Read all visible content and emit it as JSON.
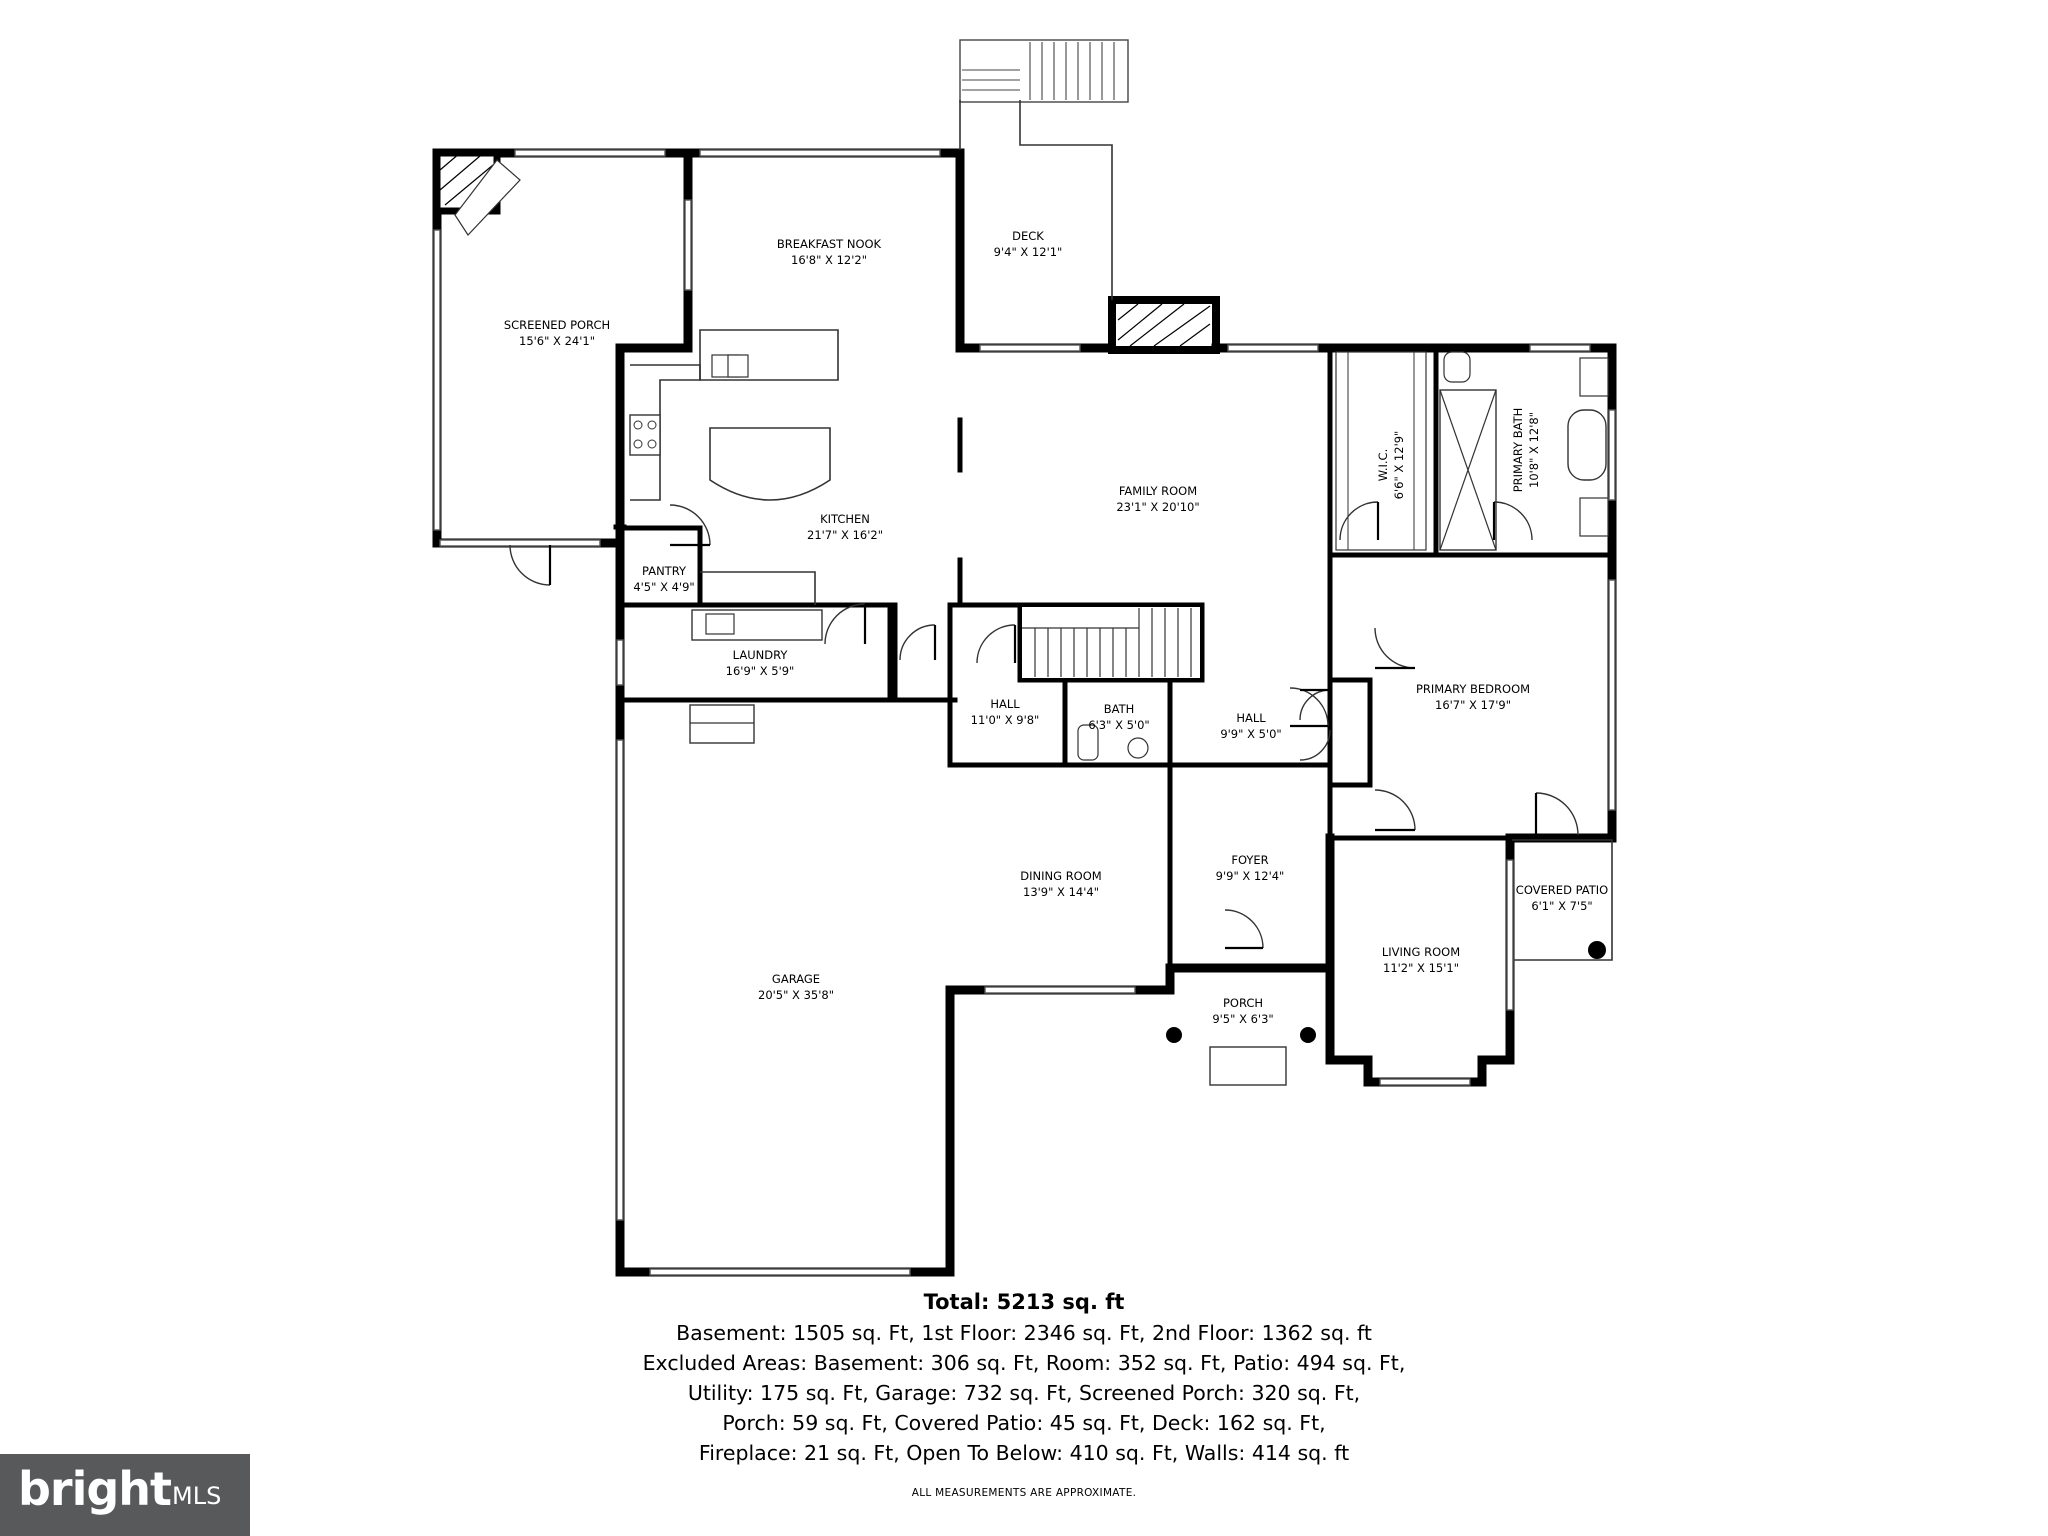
{
  "rooms": [
    {
      "name": "SCREENED PORCH",
      "dim": "15'6\" X 24'1\""
    },
    {
      "name": "BREAKFAST NOOK",
      "dim": "16'8\" X 12'2\""
    },
    {
      "name": "DECK",
      "dim": "9'4\" X 12'1\""
    },
    {
      "name": "KITCHEN",
      "dim": "21'7\" X 16'2\""
    },
    {
      "name": "FAMILY ROOM",
      "dim": "23'1\" X 20'10\""
    },
    {
      "name": "W.I.C.",
      "dim": "6'6\" X 12'9\""
    },
    {
      "name": "PRIMARY BATH",
      "dim": "10'8\" X 12'8\""
    },
    {
      "name": "PANTRY",
      "dim": "4'5\" X 4'9\""
    },
    {
      "name": "LAUNDRY",
      "dim": "16'9\" X 5'9\""
    },
    {
      "name": "HALL",
      "dim": "11'0\" X 9'8\""
    },
    {
      "name": "BATH",
      "dim": "6'3\" X 5'0\""
    },
    {
      "name": "HALL",
      "dim": "9'9\" X 5'0\""
    },
    {
      "name": "PRIMARY BEDROOM",
      "dim": "16'7\" X 17'9\""
    },
    {
      "name": "DINING ROOM",
      "dim": "13'9\" X 14'4\""
    },
    {
      "name": "FOYER",
      "dim": "9'9\" X 12'4\""
    },
    {
      "name": "COVERED PATIO",
      "dim": "6'1\" X 7'5\""
    },
    {
      "name": "LIVING ROOM",
      "dim": "11'2\" X 15'1\""
    },
    {
      "name": "GARAGE",
      "dim": "20'5\" X 35'8\""
    },
    {
      "name": "PORCH",
      "dim": "9'5\" X 6'3\""
    }
  ],
  "summary": {
    "total": "Total: 5213 sq. ft",
    "line1": "Basement: 1505 sq. Ft, 1st Floor: 2346 sq. Ft, 2nd Floor: 1362 sq. ft",
    "line2": "Excluded Areas: Basement: 306 sq. Ft, Room: 352 sq. Ft, Patio: 494 sq. Ft,",
    "line3": "Utility: 175 sq. Ft, Garage: 732 sq. Ft, Screened Porch: 320 sq. Ft,",
    "line4": "Porch: 59 sq. Ft, Covered Patio: 45 sq. Ft, Deck: 162 sq. Ft,",
    "line5": "Fireplace: 21 sq. Ft, Open To Below: 410 sq. Ft, Walls: 414 sq. ft",
    "disclaimer": "ALL MEASUREMENTS ARE APPROXIMATE."
  },
  "logo": {
    "brand": "bright",
    "suffix": "MLS",
    "color": "#58595b"
  }
}
